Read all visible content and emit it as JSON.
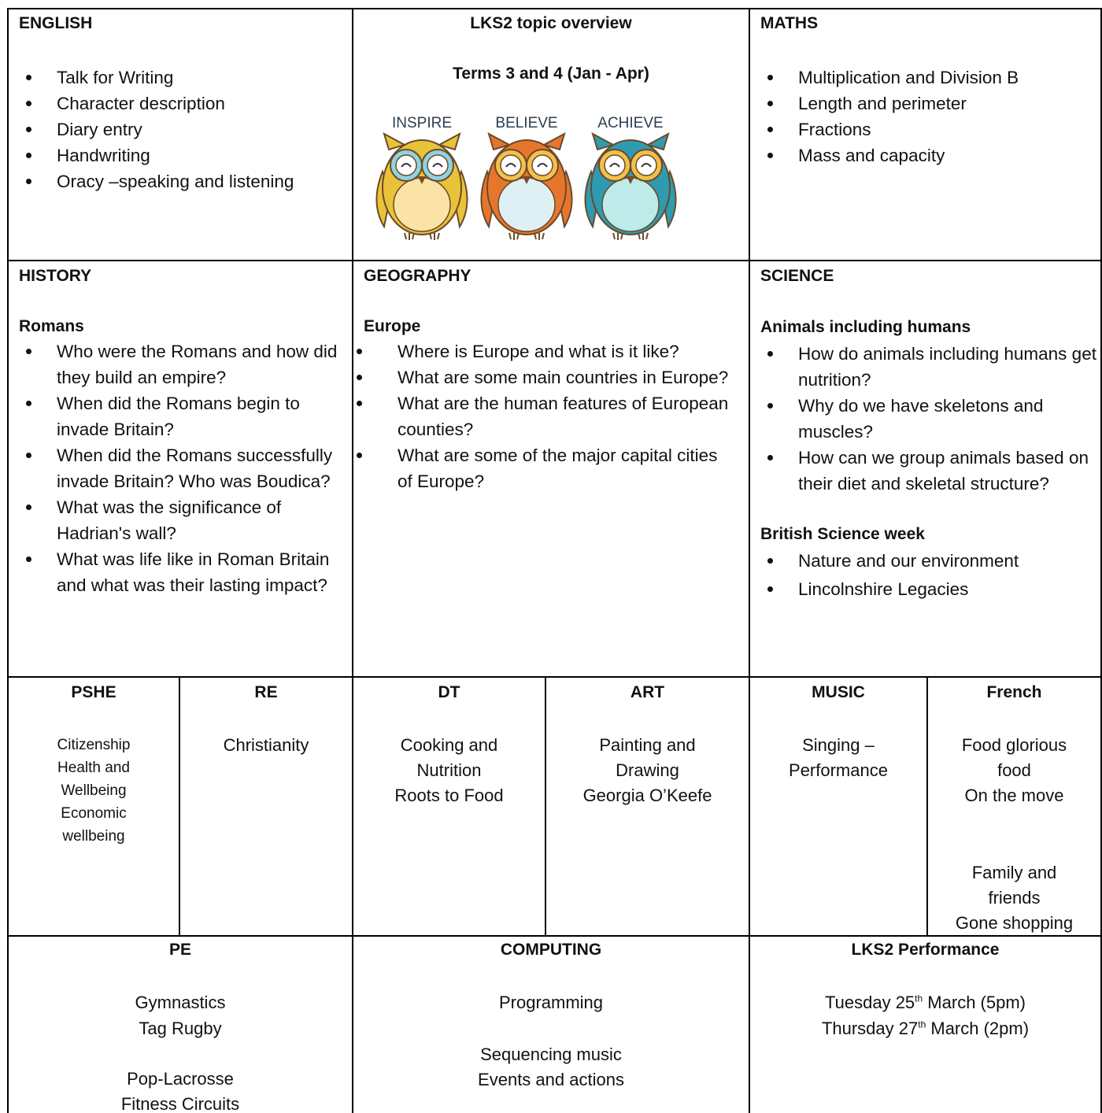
{
  "english": {
    "title": "ENGLISH",
    "items": [
      "Talk for Writing",
      "Character description",
      "Diary entry",
      "Handwriting",
      "Oracy –speaking and listening"
    ]
  },
  "overview": {
    "title": "LKS2 topic overview",
    "subtitle": "Terms 3 and 4 (Jan - Apr)",
    "owl_labels": [
      "INSPIRE",
      "BELIEVE",
      "ACHIEVE"
    ],
    "owl_colors": [
      "#e8c33a",
      "#e6762c",
      "#2e9bb0"
    ]
  },
  "maths": {
    "title": "MATHS",
    "items": [
      "Multiplication and Division B",
      "Length and perimeter",
      "Fractions",
      "Mass and capacity"
    ]
  },
  "history": {
    "title": "HISTORY",
    "subheading": "Romans",
    "items": [
      "Who were the Romans and how did they build an empire?",
      "When did the Romans begin to invade Britain?",
      "When did the Romans successfully invade Britain? Who was Boudica?",
      "What was the significance of Hadrian's wall?",
      "What was life like in Roman Britain and what was their lasting impact?"
    ]
  },
  "geography": {
    "title": "GEOGRAPHY",
    "subheading": "Europe",
    "items": [
      "Where is Europe and what is it like?",
      "What are some main countries in Europe?",
      "What are the human features of European counties?",
      "What are some of the major capital cities of Europe?"
    ]
  },
  "science": {
    "title": "SCIENCE",
    "subheading": "Animals including humans",
    "items": [
      "How do animals including humans get nutrition?",
      "Why do we have skeletons and muscles?",
      "How can we group animals based on their diet and skeletal structure?"
    ],
    "subheading2": "British Science week",
    "items2": [
      "Nature and our environment",
      "Lincolnshire Legacies"
    ]
  },
  "pshe": {
    "title": "PSHE",
    "lines": [
      "Citizenship",
      "Health and Wellbeing",
      "Economic wellbeing"
    ]
  },
  "re": {
    "title": "RE",
    "lines": [
      "Christianity"
    ]
  },
  "dt": {
    "title": "DT",
    "lines": [
      "Cooking and Nutrition",
      "Roots to Food"
    ]
  },
  "art": {
    "title": "ART",
    "lines": [
      "Painting and Drawing",
      "Georgia O’Keefe"
    ]
  },
  "music": {
    "title": "MUSIC",
    "lines": [
      "Singing – Performance"
    ]
  },
  "french": {
    "title": "French",
    "lines": [
      "Food glorious food",
      "On the move"
    ],
    "lines2": [
      "Family and friends",
      "Gone shopping"
    ]
  },
  "pe": {
    "title": "PE",
    "lines": [
      "Gymnastics",
      "Tag Rugby"
    ],
    "lines2": [
      "Pop-Lacrosse",
      "Fitness Circuits"
    ]
  },
  "computing": {
    "title": "COMPUTING",
    "lines": [
      "Programming"
    ],
    "lines2": [
      "Sequencing music",
      "Events and actions"
    ]
  },
  "performance": {
    "title": "LKS2 Performance",
    "dates": [
      {
        "pre": "Tuesday 25",
        "sup": "th",
        "post": " March (5pm)"
      },
      {
        "pre": "Thursday 27",
        "sup": "th",
        "post": " March (2pm)"
      }
    ]
  }
}
